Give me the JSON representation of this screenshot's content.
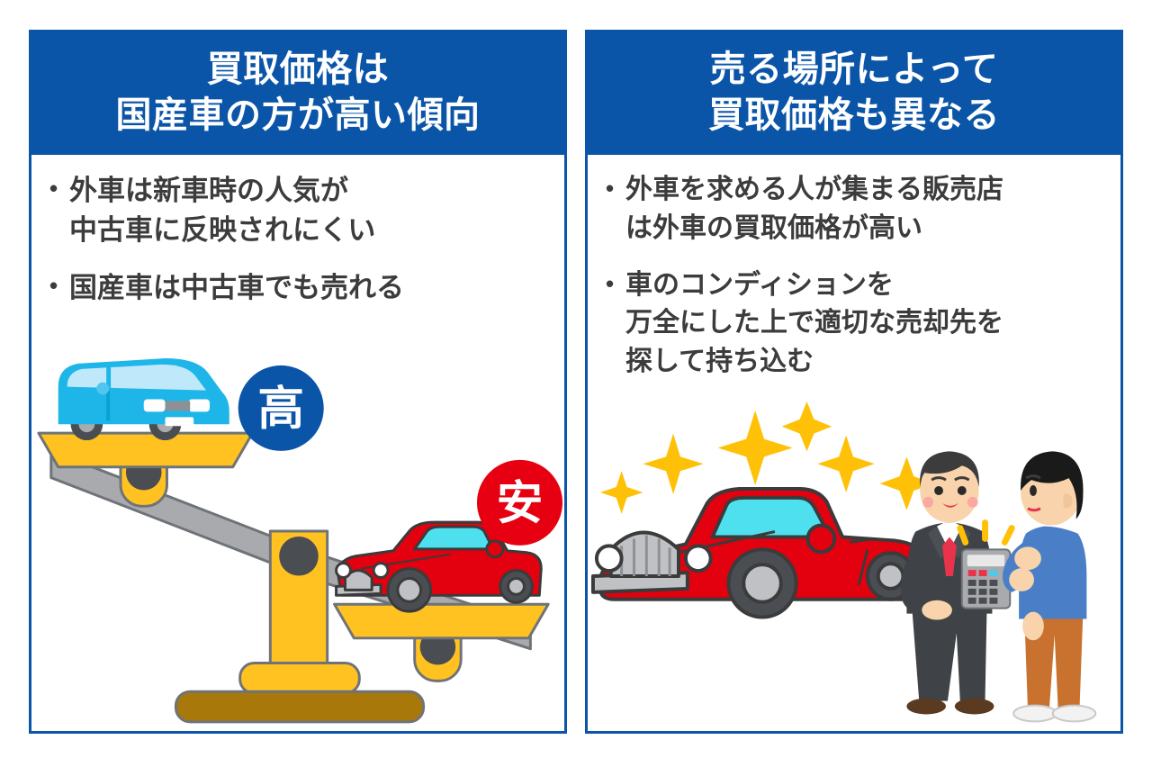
{
  "theme": {
    "brand_blue": "#0b55a8",
    "badge_red": "#e60012",
    "text_gray": "#3c3c3c",
    "scale_yellow": "#ffc220",
    "scale_base_gold": "#a8780a",
    "kei_car_cyan": "#1eb6e8",
    "sports_car_red": "#e3000f",
    "sparkle_yellow": "#ffc107",
    "suit_gray": "#3f4247",
    "tie_red": "#e8334a",
    "sweater_blue": "#4a7fc8",
    "pants_orange": "#c9722f",
    "skin": "#f8d3ab"
  },
  "panels": [
    {
      "id": "left",
      "header": {
        "line1": "買取価格は",
        "line2": "国産車の方が高い傾向"
      },
      "bullets": [
        {
          "line1": "外車は新車時の人気が",
          "line2": "中古車に反映されにくい"
        },
        {
          "line1": "国産車は中古車でも売れる",
          "line2": ""
        }
      ],
      "illustration": {
        "name": "balance-scale-with-cars",
        "badges": [
          {
            "name": "high-badge",
            "label": "高",
            "color": "#0b55a8"
          },
          {
            "name": "low-badge",
            "label": "安",
            "color": "#e60012"
          }
        ],
        "cars": [
          {
            "name": "domestic-kei-car",
            "color": "#1eb6e8"
          },
          {
            "name": "imported-sports-car",
            "color": "#e3000f"
          }
        ]
      }
    },
    {
      "id": "right",
      "header": {
        "line1": "売る場所によって",
        "line2": "買取価格も異なる"
      },
      "bullets": [
        {
          "line1": "外車を求める人が集まる販売店",
          "line2": "は外車の買取価格が高い"
        },
        {
          "line1": "車のコンディションを",
          "line2": "万全にした上で適切な売却先を",
          "line3": "探して持ち込む"
        }
      ],
      "illustration": {
        "name": "car-appraisal-scene",
        "elements": [
          {
            "name": "red-sports-car",
            "color": "#e3000f"
          },
          {
            "name": "sparkles",
            "count": 6,
            "color": "#ffc107"
          },
          {
            "name": "salesman-with-calculator",
            "suit": "#3f4247",
            "tie": "#e8334a"
          },
          {
            "name": "customer-thinking",
            "top": "#4a7fc8",
            "bottom": "#c9722f"
          }
        ]
      }
    }
  ]
}
